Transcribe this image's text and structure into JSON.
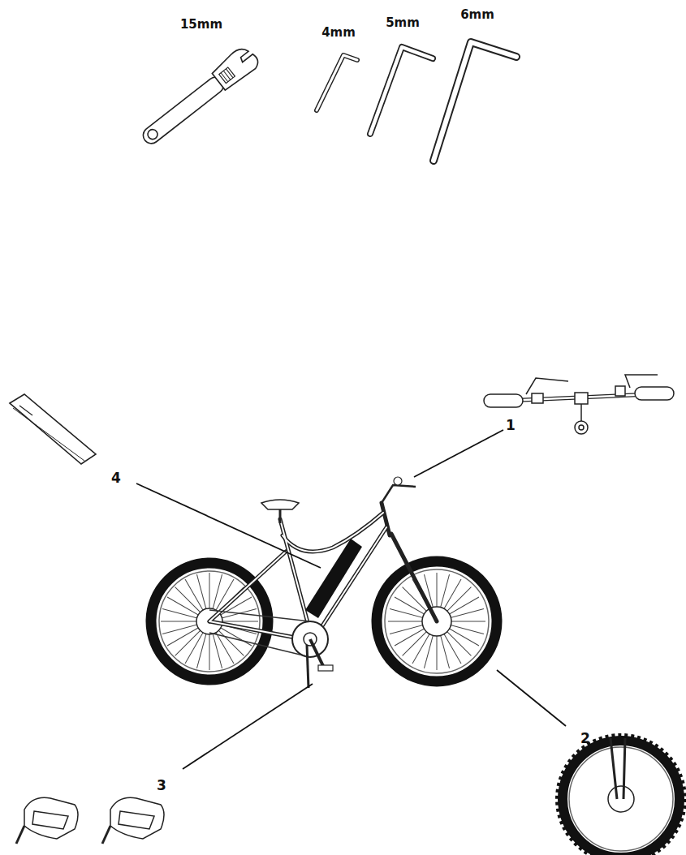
{
  "diagram": {
    "labels": [
      "15mm",
      "4mm",
      "5mm",
      "6mm",
      "1",
      "4",
      "2",
      "3"
    ]
  }
}
